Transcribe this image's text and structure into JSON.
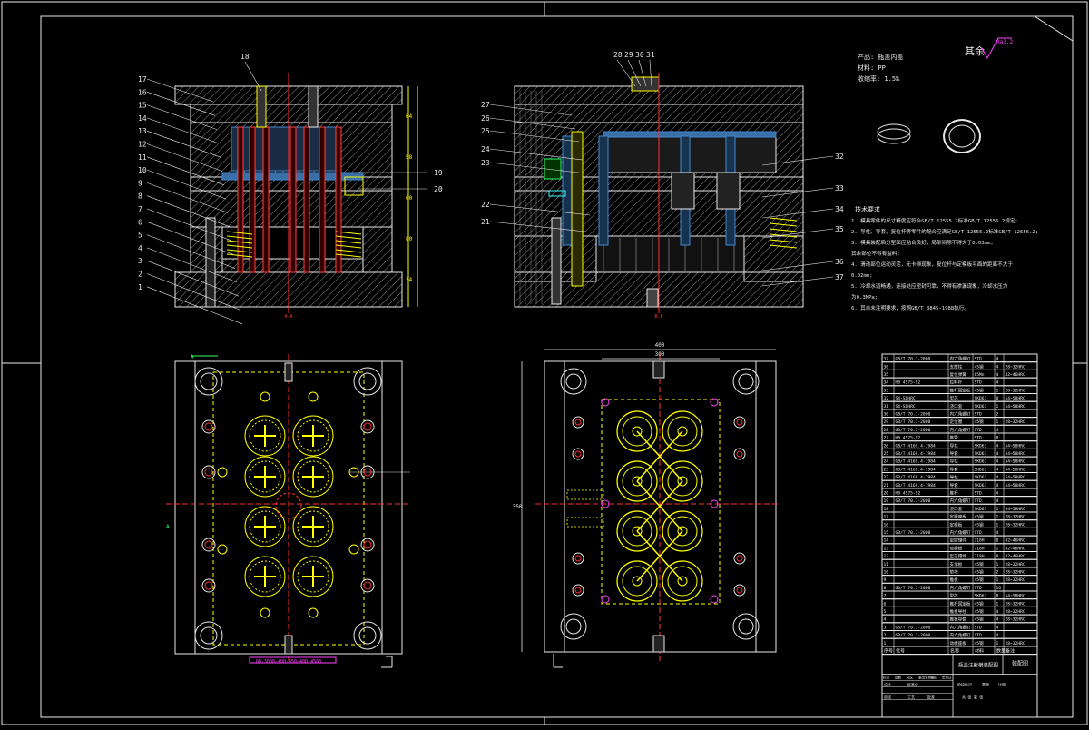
{
  "drawing": {
    "roughness_label": "其余",
    "roughness_value": "Ra3.2",
    "product": {
      "name_line": "产品: 瓶盖内盖",
      "material_line": "材料: PP",
      "shrink_line": "收缩率: 1.5‰"
    },
    "section_labels": {
      "left": "A-A",
      "right": "B-B"
    },
    "tech_title": "技术要求",
    "tech_notes": [
      "1. 模具零件的尺寸精度应符合GB/T 12555.2标准GB/T 12556.2规定;",
      "2. 导柱、导套、复位杆等零件的配合应满足GB/T 12555.2标准GB/T 12556.2;",
      "3. 模具装配后分型面应贴合良好，局部间隙不得大于0.03mm;",
      "   其余部位不得有溢料;",
      "4. 滑动部位运动灵活，无卡滞现象，复位杆与定模板平面的距离不大于",
      "   0.02mm;",
      "5. 冷却水道畅通，连接处应密封可靠，不得有渗漏现象，冷却水压力",
      "   为0.3MPa;",
      "6. 其余未注明要求，按照GB/T 8845-1988执行。"
    ],
    "left_callouts_a": [
      "17",
      "16",
      "15",
      "14",
      "13",
      "12",
      "11",
      "10",
      "9",
      "8",
      "7",
      "6",
      "5",
      "4",
      "3",
      "2",
      "1"
    ],
    "callouts_a_right": [
      "19",
      "20"
    ],
    "callout_a_top": "18",
    "left_callouts_b": [
      "27",
      "26",
      "25",
      "24",
      "23",
      "22",
      "21"
    ],
    "top_callouts_b": [
      "28",
      "29",
      "30",
      "31"
    ],
    "right_callouts_b": [
      "32",
      "33",
      "34",
      "35",
      "36",
      "37"
    ],
    "plan_dims": {
      "width_outer": "400",
      "width_inner": "300",
      "height": "350"
    },
    "plan_section_ref": "A",
    "plan_a_annotation": "GD-3000-400-450-400-4500",
    "bom_rows": [
      [
        "37",
        "GB/T 70.1-2000",
        "内六角螺钉",
        "STD",
        "4",
        ""
      ],
      [
        "36",
        "",
        "支撑柱",
        "45钢",
        "4",
        "28~32HRC"
      ],
      [
        "35",
        "",
        "复位弹簧",
        "65Mn",
        "4",
        "42~46HRC"
      ],
      [
        "34",
        "HB 4575-92",
        "拉料杆",
        "STD",
        "4",
        ""
      ],
      [
        "33",
        "",
        "推杆固定板",
        "45钢",
        "1",
        "28~32HRC"
      ],
      [
        "32",
        "S4-SDHRC",
        "型芯",
        "SKD61",
        "8",
        "54~58HRC"
      ],
      [
        "31",
        "S4-SDHRC",
        "浇口套",
        "SKD61",
        "1",
        "54~58HRC"
      ],
      [
        "30",
        "GB/T 70.1-2000",
        "内六角螺钉",
        "STD",
        "2",
        ""
      ],
      [
        "29",
        "GB/T 70.1-2000",
        "定位圈",
        "45钢",
        "1",
        "28~32HRC"
      ],
      [
        "28",
        "GB/T 70.1-2000",
        "内六角螺钉",
        "STD",
        "4",
        ""
      ],
      [
        "27",
        "HB 4575-92",
        "推管",
        "STD",
        "8",
        ""
      ],
      [
        "26",
        "GB/T 4169.4-1984",
        "导柱",
        "SKD61",
        "4",
        "54~58HRC"
      ],
      [
        "25",
        "GB/T 4169.4-1984",
        "导套",
        "SKD61",
        "4",
        "54~58HRC"
      ],
      [
        "24",
        "GB/T 4169.4-1984",
        "导柱",
        "SKD61",
        "4",
        "54~58HRC"
      ],
      [
        "23",
        "GB/T 4169.4-1984",
        "导套",
        "SKD61",
        "4",
        "54~58HRC"
      ],
      [
        "22",
        "GB/T 4169.4-1984",
        "导柱",
        "SKD61",
        "4",
        "54~58HRC"
      ],
      [
        "21",
        "GB/T 4169.4-1984",
        "导套",
        "SKD61",
        "4",
        "54~58HRC"
      ],
      [
        "20",
        "HB 4575-92",
        "推杆",
        "STD",
        "4",
        ""
      ],
      [
        "19",
        "GB/T 70.1-2000",
        "内六角螺钉",
        "STD",
        "4",
        ""
      ],
      [
        "18",
        "",
        "浇口套",
        "SKD61",
        "1",
        "54~58HRC"
      ],
      [
        "17",
        "",
        "定模座板",
        "45钢",
        "1",
        "28~32HRC"
      ],
      [
        "16",
        "",
        "定模板",
        "45钢",
        "1",
        "28~32HRC"
      ],
      [
        "15",
        "GB/T 70.1-2000",
        "内六角螺钉",
        "STD",
        "4",
        ""
      ],
      [
        "14",
        "",
        "型腔镶件",
        "718H",
        "8",
        "42~46HRC"
      ],
      [
        "13",
        "",
        "动模板",
        "718H",
        "1",
        "42~46HRC"
      ],
      [
        "12",
        "",
        "型芯镶件",
        "718H",
        "8",
        "42~46HRC"
      ],
      [
        "11",
        "",
        "支承板",
        "45钢",
        "1",
        "28~32HRC"
      ],
      [
        "10",
        "",
        "垫块",
        "45钢",
        "2",
        "28~32HRC"
      ],
      [
        "9",
        "",
        "推板",
        "45钢",
        "1",
        "28~32HRC"
      ],
      [
        "8",
        "GB/T 70.1-2000",
        "内六角螺钉",
        "STD",
        "16",
        ""
      ],
      [
        "7",
        "",
        "型芯",
        "SKD61",
        "8",
        "54~58HRC"
      ],
      [
        "6",
        "",
        "推杆固定板",
        "45钢",
        "1",
        "28~32HRC"
      ],
      [
        "5",
        "",
        "推板导柱",
        "45钢",
        "4",
        "28~32HRC"
      ],
      [
        "4",
        "",
        "推板导套",
        "45钢",
        "4",
        "28~32HRC"
      ],
      [
        "3",
        "GB/T 70.1-2000",
        "内六角螺钉",
        "STD",
        "4",
        ""
      ],
      [
        "2",
        "GB/T 70.1-2000",
        "内六角螺钉",
        "STD",
        "4",
        ""
      ],
      [
        "1",
        "",
        "动模座板",
        "45钢",
        "1",
        "28~32HRC"
      ]
    ],
    "bom_header": [
      "序号",
      "代号",
      "名称",
      "材料",
      "数量",
      "备注"
    ],
    "title_block": {
      "title": "瓶盖注射模装配图",
      "drawing_name": "装配图",
      "row_labels": [
        "标记",
        "处数",
        "分区",
        "更改文件号",
        "签名",
        "年月日"
      ],
      "design": "设计",
      "standard": "标准化",
      "check": "审核",
      "process": "工艺",
      "approve": "批准",
      "stage": "阶段标记",
      "weight": "重量",
      "scale": "比例",
      "sheet": "共 张 第 张"
    }
  }
}
